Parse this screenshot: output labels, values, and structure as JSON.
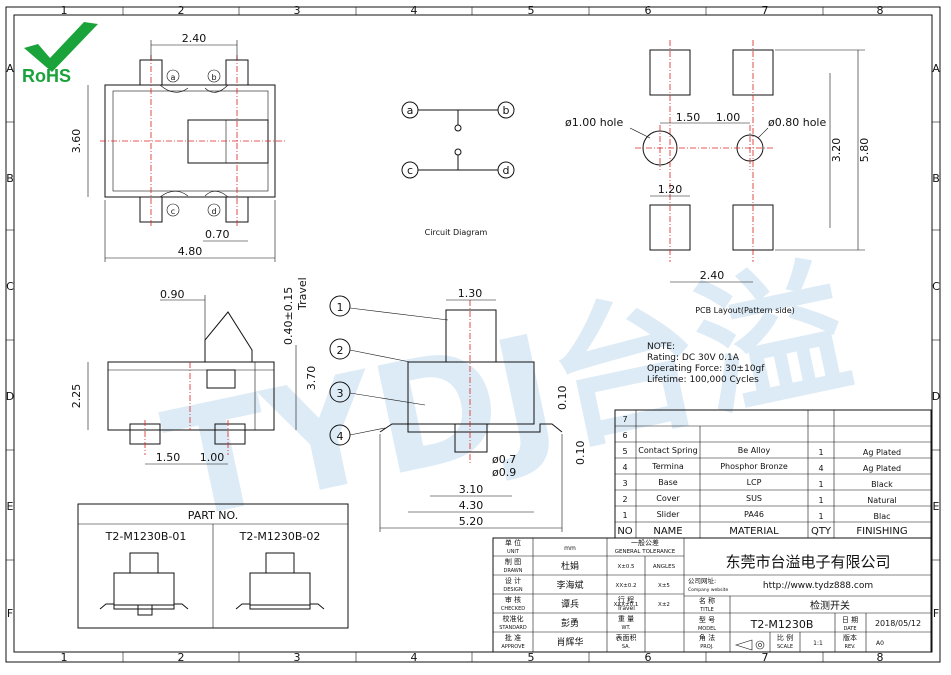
{
  "frame": {
    "columns": [
      "1",
      "2",
      "3",
      "4",
      "5",
      "6",
      "7",
      "8"
    ],
    "rows": [
      "A",
      "B",
      "C",
      "D",
      "E",
      "F"
    ]
  },
  "logo": {
    "text": "RoHS",
    "color": "#1aa33a"
  },
  "watermark": {
    "text": "TYDJ台溢"
  },
  "top_view": {
    "dims": {
      "d240": "2.40",
      "d360": "3.60",
      "d070": "0.70",
      "d480": "4.80"
    },
    "pins": {
      "a": "a",
      "b": "b",
      "c": "c",
      "d": "d"
    }
  },
  "circuit": {
    "title": "Circuit Diagram",
    "pins": {
      "a": "a",
      "b": "b",
      "c": "c",
      "d": "d"
    }
  },
  "pcb": {
    "title": "PCB Layout(Pattern side)",
    "hole1": "ø1.00 hole",
    "hole2": "ø0.80 hole",
    "dims": {
      "d150": "1.50",
      "d100": "1.00",
      "d320": "3.20",
      "d580": "5.80",
      "d120": "1.20",
      "d240": "2.40"
    }
  },
  "side_view": {
    "dims": {
      "d090": "0.90",
      "travel": "0.40±0.15",
      "travel_label": "Travel",
      "d225": "2.25",
      "d370": "3.70",
      "d150": "1.50",
      "d100": "1.00"
    }
  },
  "front_view": {
    "dims": {
      "d130": "1.30",
      "d010a": "0.10",
      "d010b": "0.10",
      "d07": "ø0.7",
      "d09": "ø0.9",
      "d310": "3.10",
      "d430": "4.30",
      "d520": "5.20"
    },
    "balloons": [
      "1",
      "2",
      "3",
      "4"
    ]
  },
  "notes": {
    "title": "NOTE:",
    "lines": [
      "Rating: DC 30V 0.1A",
      "Operating Force: 30±10gf",
      "Lifetime: 100,000 Cycles"
    ]
  },
  "bom": {
    "header": {
      "no": "NO",
      "name": "NAME",
      "material": "MATERIAL",
      "qty": "QTY",
      "finishing": "FINISHING"
    },
    "rows": [
      {
        "no": "7",
        "name": "",
        "material": "",
        "qty": "",
        "finishing": ""
      },
      {
        "no": "6",
        "name": "",
        "material": "",
        "qty": "",
        "finishing": ""
      },
      {
        "no": "5",
        "name": "Contact Spring",
        "material": "Be Alloy",
        "qty": "1",
        "finishing": "Ag Plated"
      },
      {
        "no": "4",
        "name": "Termina",
        "material": "Phosphor Bronze",
        "qty": "4",
        "finishing": "Ag Plated"
      },
      {
        "no": "3",
        "name": "Base",
        "material": "LCP",
        "qty": "1",
        "finishing": "Black"
      },
      {
        "no": "2",
        "name": "Cover",
        "material": "SUS",
        "qty": "1",
        "finishing": "Natural"
      },
      {
        "no": "1",
        "name": "Slider",
        "material": "PA46",
        "qty": "1",
        "finishing": "Blac"
      }
    ]
  },
  "part_no": {
    "title": "PART NO.",
    "p1": "T2-M1230B-01",
    "p2": "T2-M1230B-02"
  },
  "title_block": {
    "unit_cn": "单 位",
    "unit": "UNIT",
    "unit_val": "mm",
    "tol_cn": "一般公差",
    "tol": "GENERAL TOLERANCE",
    "draw_cn": "制 图",
    "draw": "DRAWN",
    "draw_val": "杜娟",
    "tol1a": "X±0.5",
    "tol1b": "ANGLES",
    "design_cn": "设 计",
    "design": "DESIGN",
    "design_val": "李海斌",
    "tol2a": "XX±0.2",
    "tol2b": "X±5",
    "check_cn": "审 核",
    "check": "CHECKED",
    "check_val": "谭兵",
    "tol3a": "XXX±0.1",
    "tol3b": "X±2",
    "std_cn": "校准化",
    "std": "STANDARD",
    "std_val": "彭勇",
    "approve_cn": "批 准",
    "approve": "APPROVE",
    "approve_val": "肖辉华",
    "stroke_cn": "行 程",
    "stroke": "Travel",
    "weight_cn": "重 量",
    "weight": "WT.",
    "surface_cn": "表面积",
    "surface": "SA.",
    "angle_cn": "角 法",
    "angle": "PROJ.",
    "company": "东莞市台溢电子有限公司",
    "website_cn": "公司网址:",
    "website_en": "Company website",
    "website": "http://www.tydz888.com",
    "name_cn": "名 称",
    "name_en": "TITLE",
    "name_val": "检测开关",
    "model_cn": "型 号",
    "model_en": "MODEL",
    "model_val": "T2-M1230B",
    "date_cn": "日 期",
    "date_en": "DATE",
    "date_val": "2018/05/12",
    "scale_cn": "比 例",
    "scale_en": "SCALE",
    "scale_val": "1:1",
    "rev_cn": "版本",
    "rev_en": "REV.",
    "rev_val": "A0"
  }
}
